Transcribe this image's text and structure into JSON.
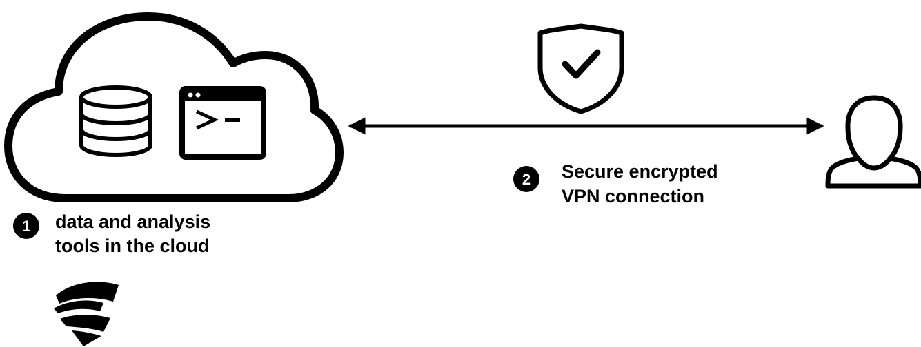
{
  "steps": [
    {
      "number": "1",
      "lines": [
        "data and analysis",
        "tools in the cloud"
      ]
    },
    {
      "number": "2",
      "lines": [
        "Secure encrypted",
        "VPN connection"
      ]
    }
  ],
  "icons": {
    "cloud": "cloud-icon",
    "database": "database-icon",
    "terminal": "terminal-icon",
    "shield": "shield-check-icon",
    "user": "user-icon",
    "logo": "brand-logo",
    "connection": "bidirectional-arrow"
  },
  "colors": {
    "stroke": "#000000",
    "background": "#ffffff"
  }
}
